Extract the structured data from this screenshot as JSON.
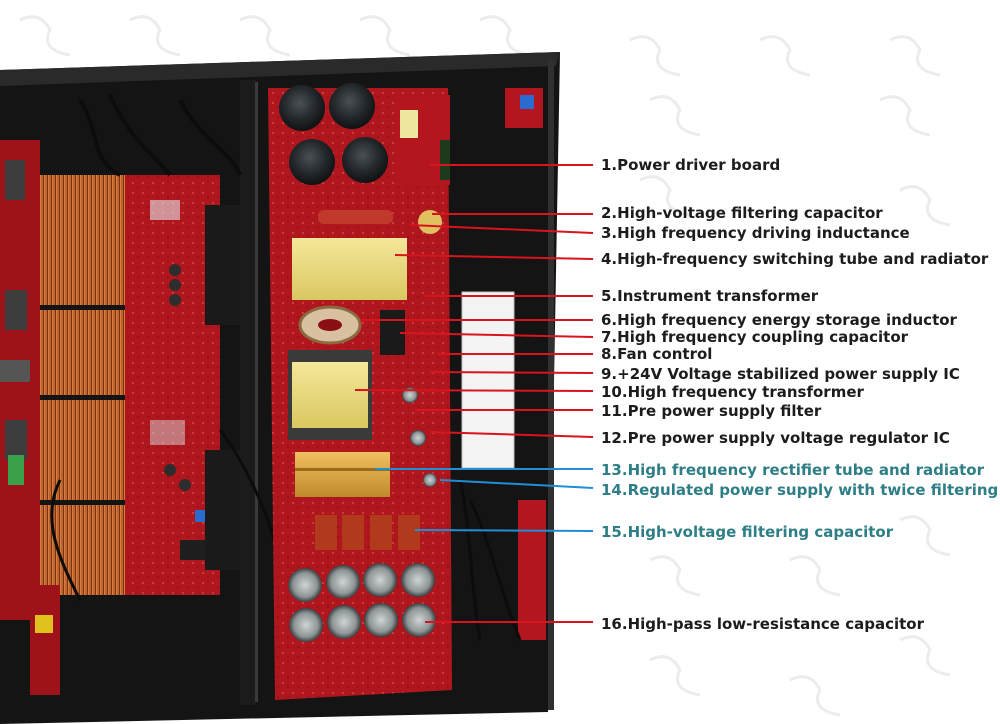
{
  "colors": {
    "red_leader": "#d8141c",
    "blue_leader": "#1f8fd6",
    "dark_text": "#1c1c1c",
    "teal_text": "#2e7e86",
    "pcb_red": "#a8141c",
    "chassis_black": "#121212",
    "heatsink_copper": "#c46a34"
  },
  "callouts": [
    {
      "text": "1.Power driver board",
      "style": "dark"
    },
    {
      "text": "2.High-voltage filtering capacitor",
      "style": "dark"
    },
    {
      "text": "3.High frequency driving inductance",
      "style": "dark"
    },
    {
      "text": "4.High-frequency switching tube and radiator",
      "style": "dark"
    },
    {
      "text": "5.Instrument transformer",
      "style": "dark"
    },
    {
      "text": "6.High frequency energy storage inductor",
      "style": "dark"
    },
    {
      "text": "7.High frequency coupling capacitor",
      "style": "dark"
    },
    {
      "text": "8.Fan control",
      "style": "dark"
    },
    {
      "text": "9.+24V Voltage stabilized power supply IC",
      "style": "dark"
    },
    {
      "text": "10.High frequency transformer",
      "style": "dark"
    },
    {
      "text": "11.Pre power supply filter",
      "style": "dark"
    },
    {
      "text": "12.Pre power supply voltage regulator IC",
      "style": "dark"
    },
    {
      "text": "13.High frequency rectifier tube and radiator",
      "style": "teal"
    },
    {
      "text": "14.Regulated power supply with twice filtering",
      "style": "teal"
    },
    {
      "text": "15.High-voltage filtering capacitor",
      "style": "teal"
    },
    {
      "text": "16.High-pass low-resistance capacitor",
      "style": "dark"
    }
  ]
}
